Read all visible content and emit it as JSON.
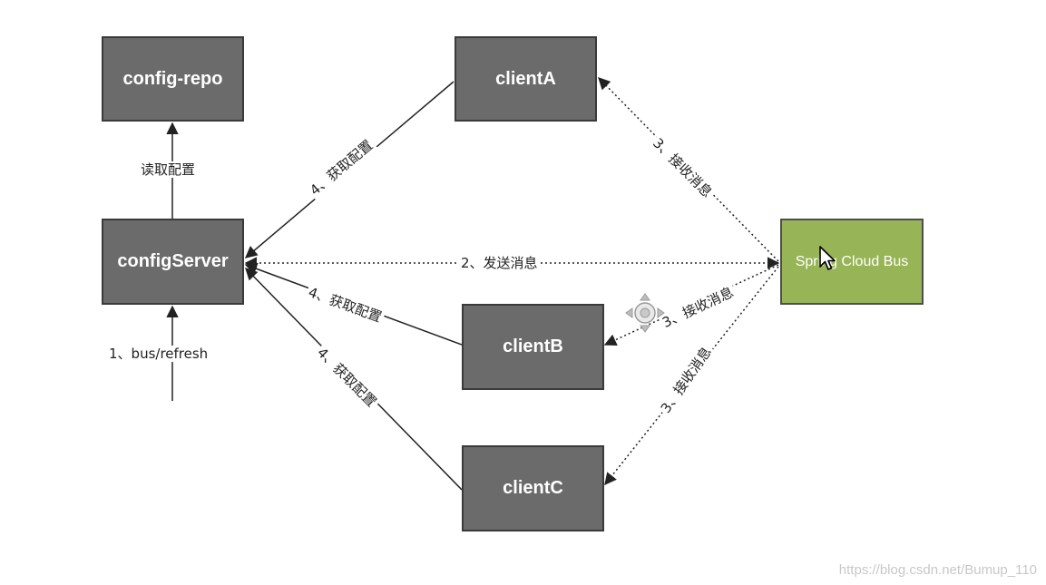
{
  "nodes": {
    "config_repo": "config-repo",
    "config_server": "configServer",
    "client_a": "clientA",
    "client_b": "clientB",
    "client_c": "clientC",
    "bus": "Spring Cloud Bus"
  },
  "edges": {
    "read_config": "读取配置",
    "bus_refresh": "1、bus/refresh",
    "send_message": "2、发送消息",
    "receive_a": "3、接收消息",
    "receive_b": "3、接收消息",
    "receive_c": "3、接收消息",
    "fetch_a": "4、获取配置",
    "fetch_b": "4、获取配置",
    "fetch_c": "4、获取配置"
  },
  "watermark": "https://blog.csdn.net/Bumup_110",
  "colors": {
    "node_fill": "#6b6b6b",
    "bus_fill": "#97b457",
    "line": "#222222"
  }
}
